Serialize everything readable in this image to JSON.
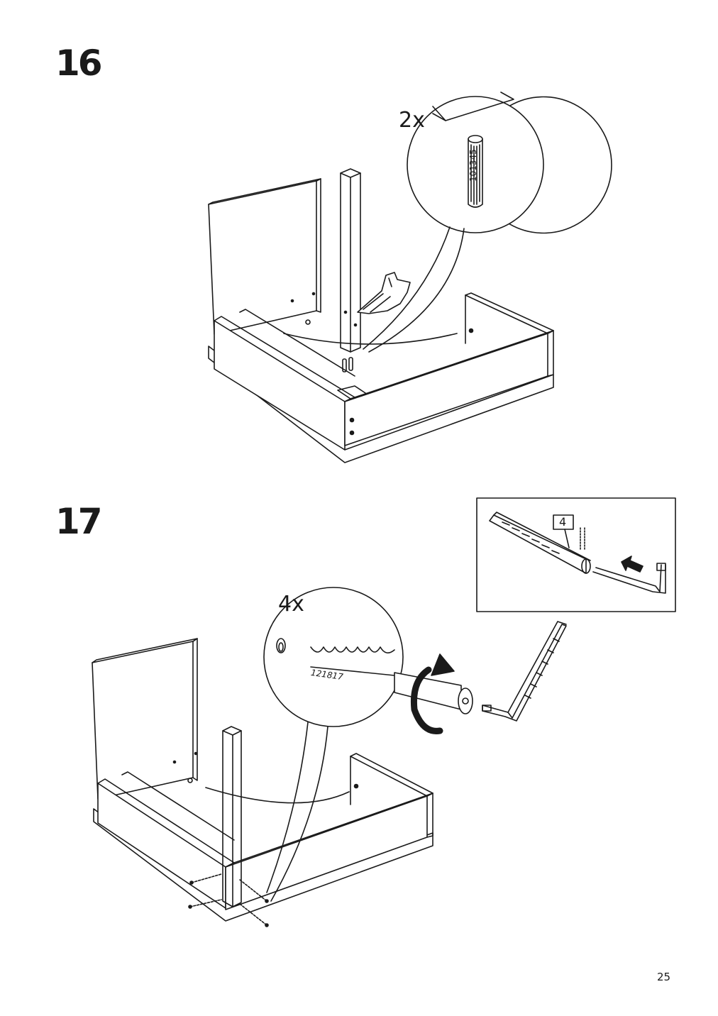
{
  "page": {
    "number": "25"
  },
  "steps": [
    {
      "number": "16",
      "callout": {
        "quantity": "2x",
        "part_number": "101345",
        "part": "dowel-icon"
      }
    },
    {
      "number": "17",
      "callout": {
        "quantity": "4x",
        "part_number": "121817",
        "part": "screw-icon"
      },
      "inset": {
        "label": "4",
        "tool": "allen-key-icon"
      }
    }
  ]
}
